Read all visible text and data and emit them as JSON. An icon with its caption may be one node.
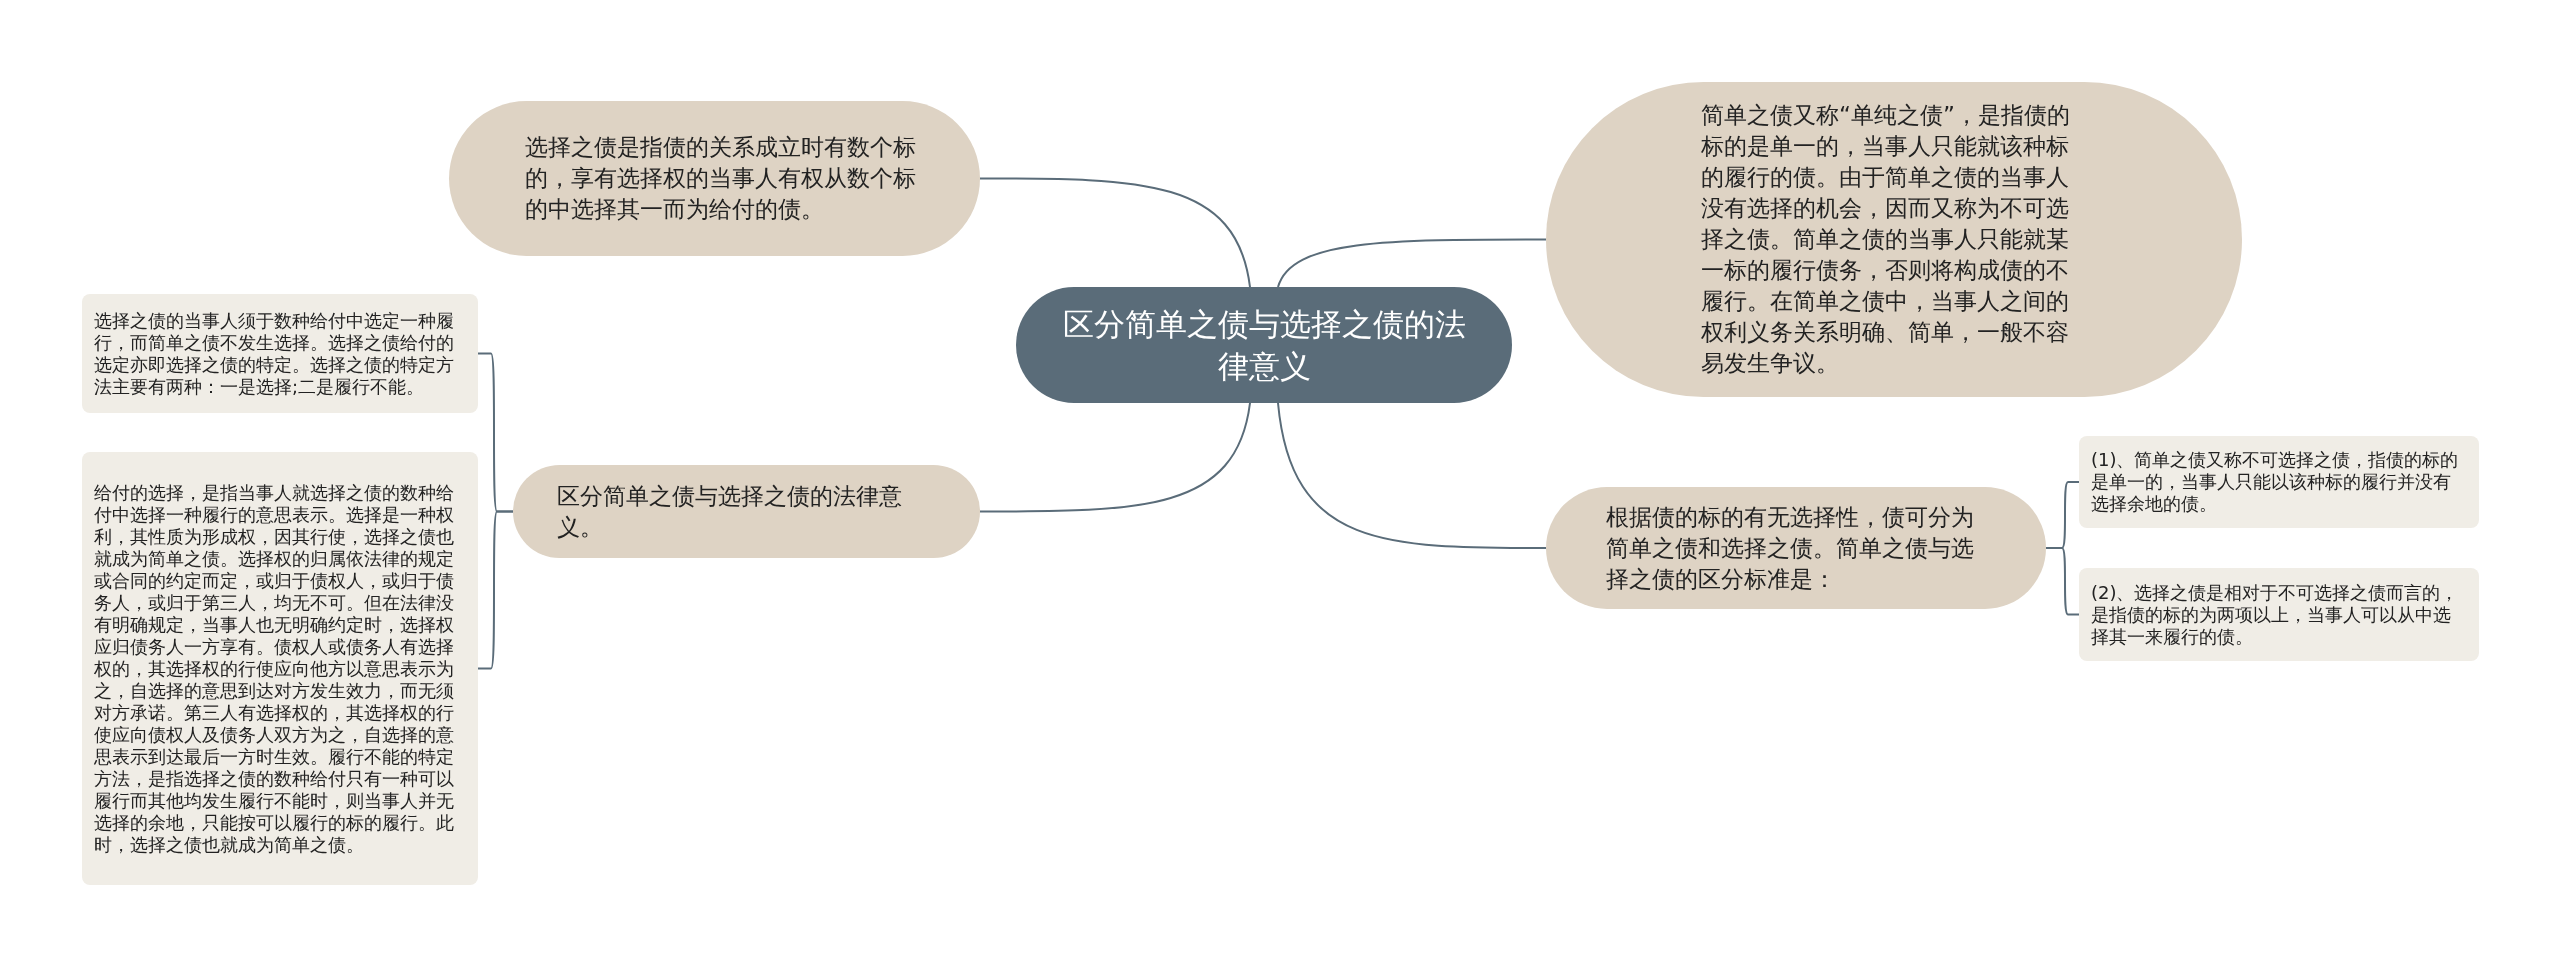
{
  "diagram": {
    "nodes": [
      {
        "text": [
          "区分简单之债与选择之债的法律意义"
        ]
      },
      {
        "text": [
          "选择之债是指债的关系成立时有数个标的，享有选择权的当事人有权从数个标的中选择其一而为给付的债。"
        ]
      },
      {
        "text": [
          "简单之债又称“单纯之债”，是指债的标的是单一的，当事人只能就该种标的履行的债。由于简单之债的当事人没有选择的机会，因而又称为不可选择之债。简单之债的当事人只能就某一标的履行债务，否则将构成债的不履行。在简单之债中，当事人之间的权利义务关系明确、简单，一般不容易发生争议。"
        ]
      },
      {
        "text": [
          "区分简单之债与选择之债的法律意义。"
        ]
      },
      {
        "text": [
          "选择之债的当事人须于数种给付中选定一种履行，而简单之债不发生选择。选择之债给付的选定亦即选择之债的特定。选择之债的特定方法主要有两种：一是选择;二是履行不能。"
        ]
      },
      {
        "text": [
          "给付的选择，是指当事人就选择之债的数种给付中选择一种履行的意思表示。选择是一种权利，其性质为形成权，因其行使，选择之债也就成为简单之债。选择权的归属依法律的规定或合同的约定而定，或归于债权人，或归于债务人，或归于第三人，均无不可。但在法律没有明确规定，当事人也无明确约定时，选择权应归债务人一方享有。债权人或债务人有选择权的，其选择权的行使应向他方以意思表示为之，自选择的意思到达对方发生效力，而无须对方承诺。第三人有选择权的，其选择权的行使应向债权人及债务人双方为之，自选择的意思表示到达最后一方时生效。履行不能的特定方法，是指选择之债的数种给付只有一种可以履行而其他均发生履行不能时，则当事人并无选择的余地，只能按可以履行的标的履行。此时，选择之债也就成为简单之债。"
        ]
      },
      {
        "text": [
          "根据债的标的有无选择性，债可分为简单之债和选择之债。简单之债与选择之债的区分标准是："
        ]
      },
      {
        "text": [
          "(1)、简单之债又称不可选择之债，指债的标的是单一的，当事人只能以该种标的履行并没有选择余地的债。"
        ]
      },
      {
        "text": [
          "(2)、选择之债是相对于不可选择之债而言的，是指债的标的为两项以上，当事人可以从中选择其一来履行的债。"
        ]
      }
    ],
    "edges": [
      {
        "from": 0,
        "to": 1,
        "arrow": "none"
      },
      {
        "from": 0,
        "to": 2,
        "arrow": "none"
      },
      {
        "from": 0,
        "to": 3,
        "arrow": "none"
      },
      {
        "from": 0,
        "to": 6,
        "arrow": "none"
      },
      {
        "from": 3,
        "to": 4,
        "arrow": "none"
      },
      {
        "from": 3,
        "to": 5,
        "arrow": "none"
      },
      {
        "from": 6,
        "to": 7,
        "arrow": "none"
      },
      {
        "from": 6,
        "to": 8,
        "arrow": "none"
      }
    ]
  }
}
